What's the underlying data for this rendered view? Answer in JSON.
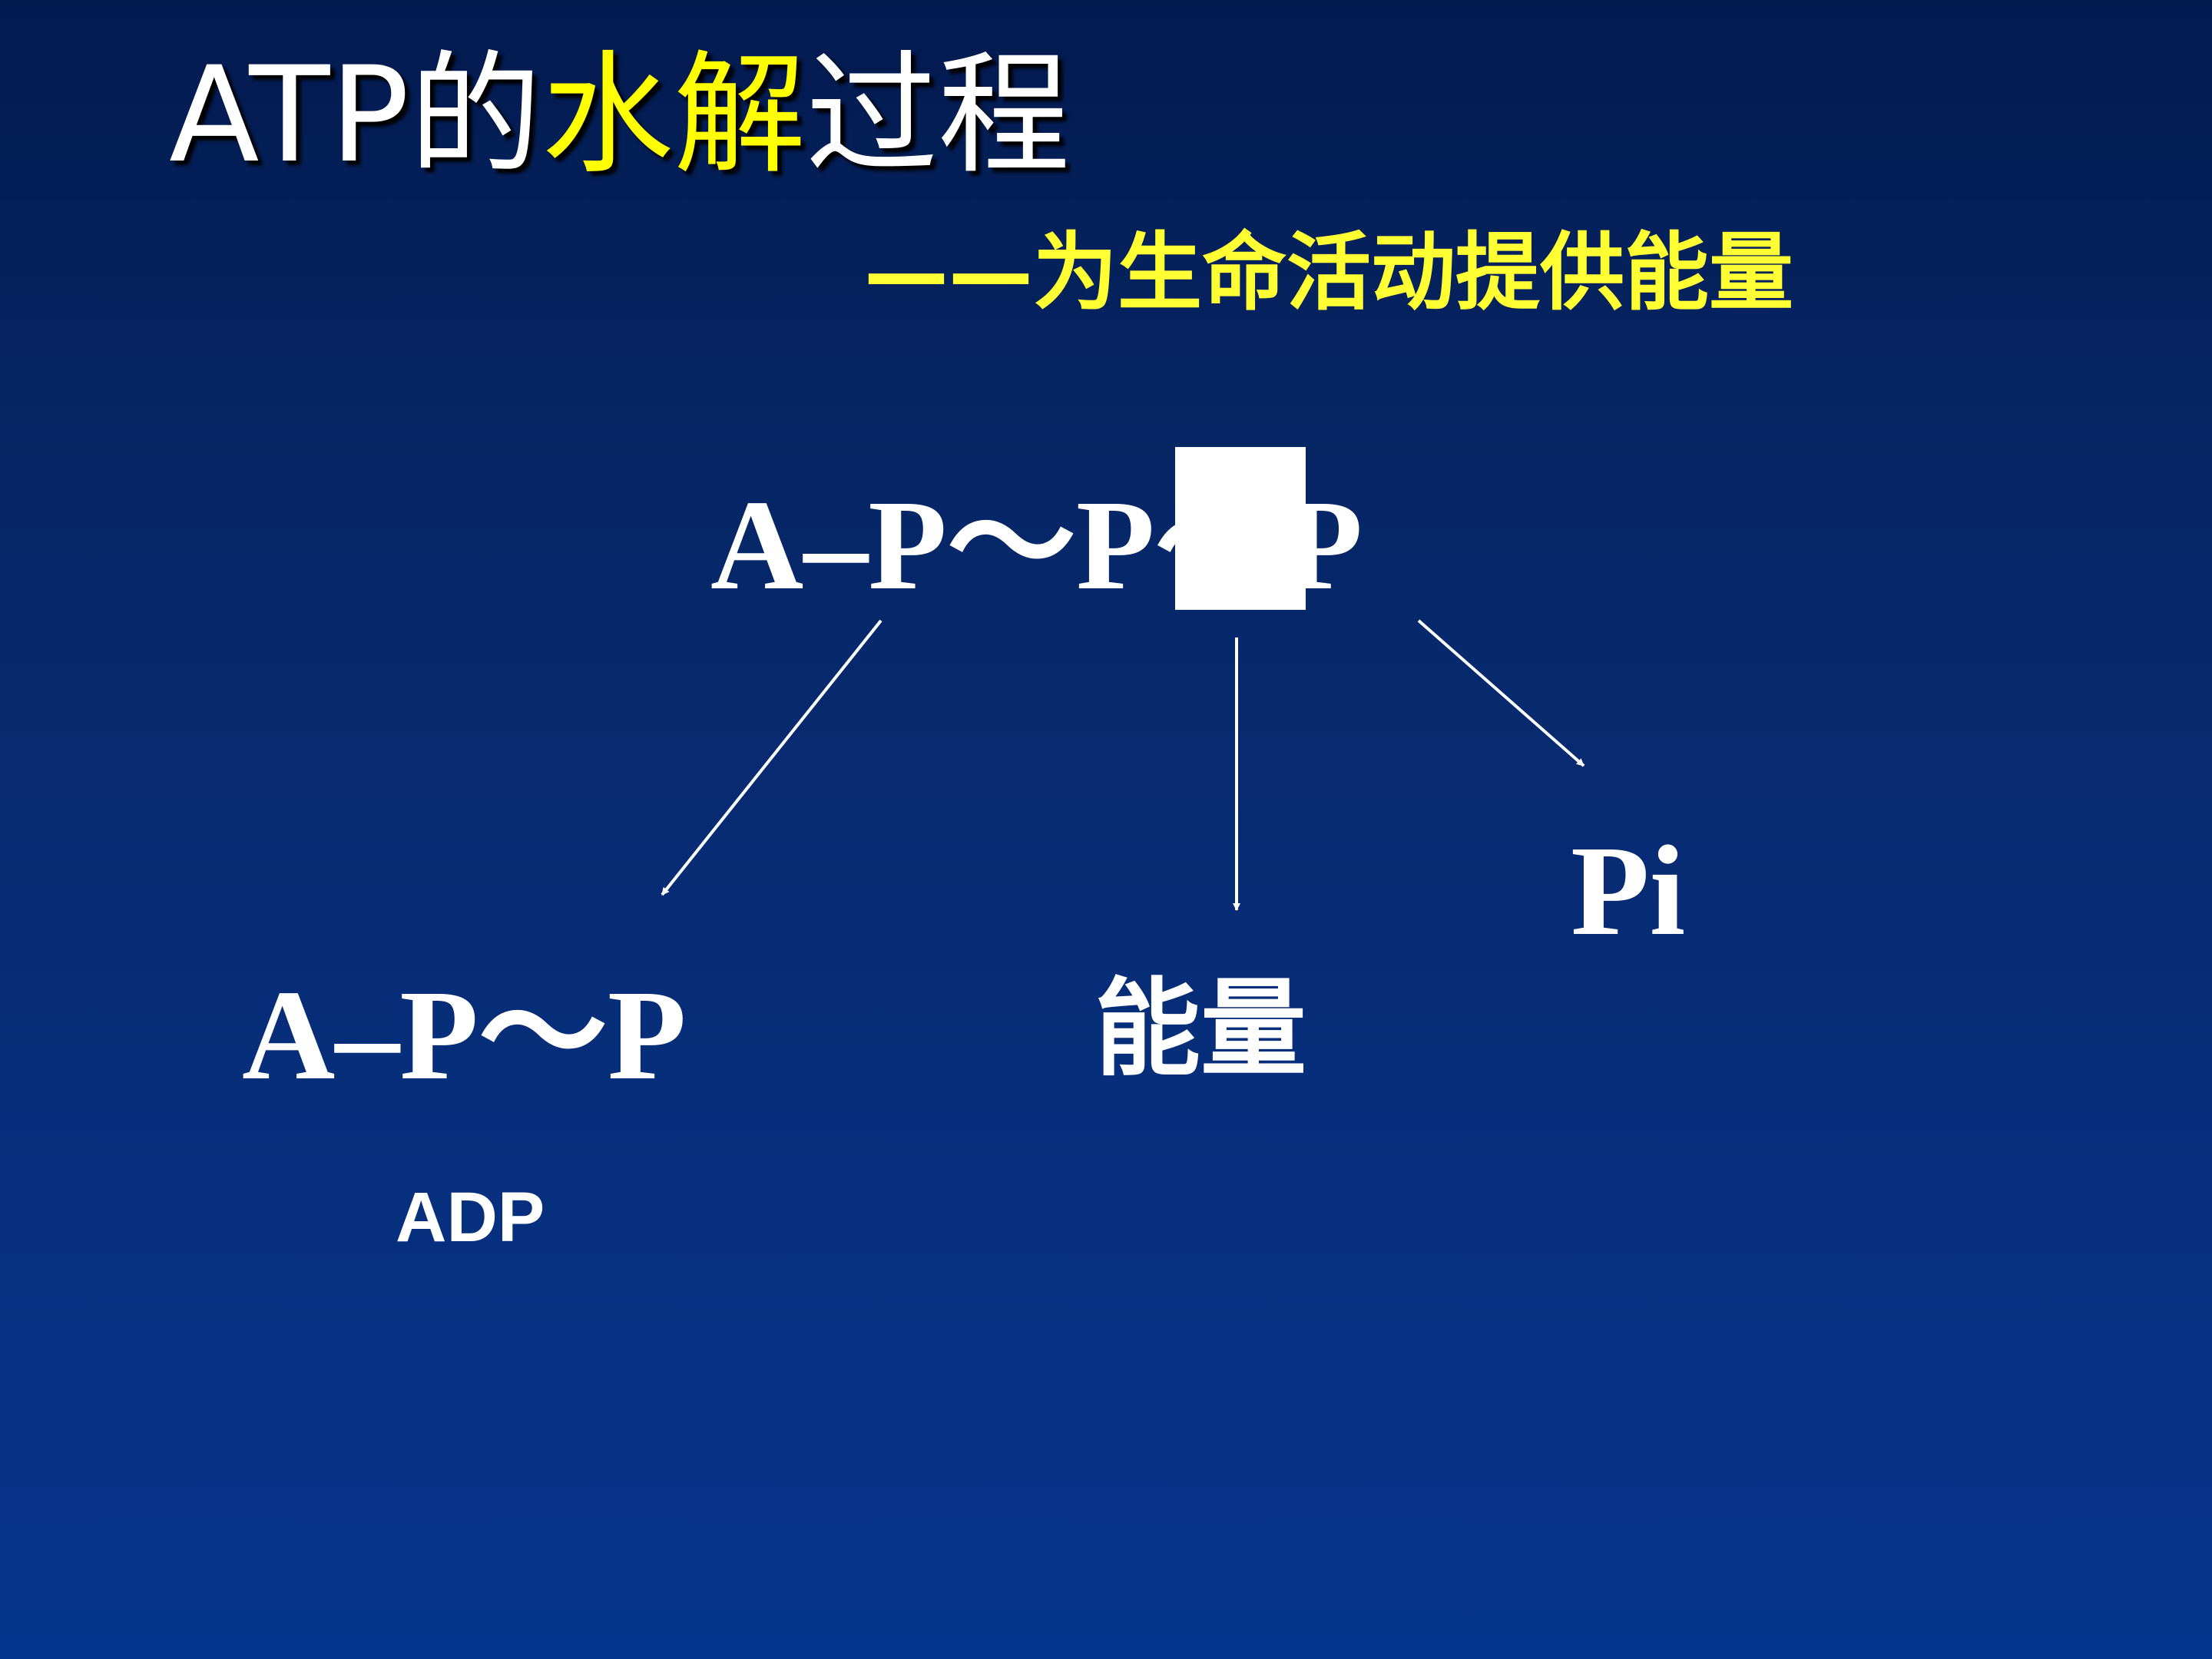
{
  "title": {
    "prefix": "ATP的",
    "highlight": "水解",
    "suffix": "过程"
  },
  "subtitle": "——为生命活动提供能量",
  "reaction": {
    "reactant": "A–P～P～P",
    "products": {
      "adp_formula": "A–P～P",
      "adp_label": "ADP",
      "energy": "能量",
      "phosphate": "Pi"
    }
  },
  "colors": {
    "background_top": "#031a4f",
    "background_bottom": "#05348c",
    "title_text": "#ffffff",
    "highlight_text": "#ffff00",
    "subtitle_text": "#ffff33",
    "arrow": "#ffffff"
  }
}
